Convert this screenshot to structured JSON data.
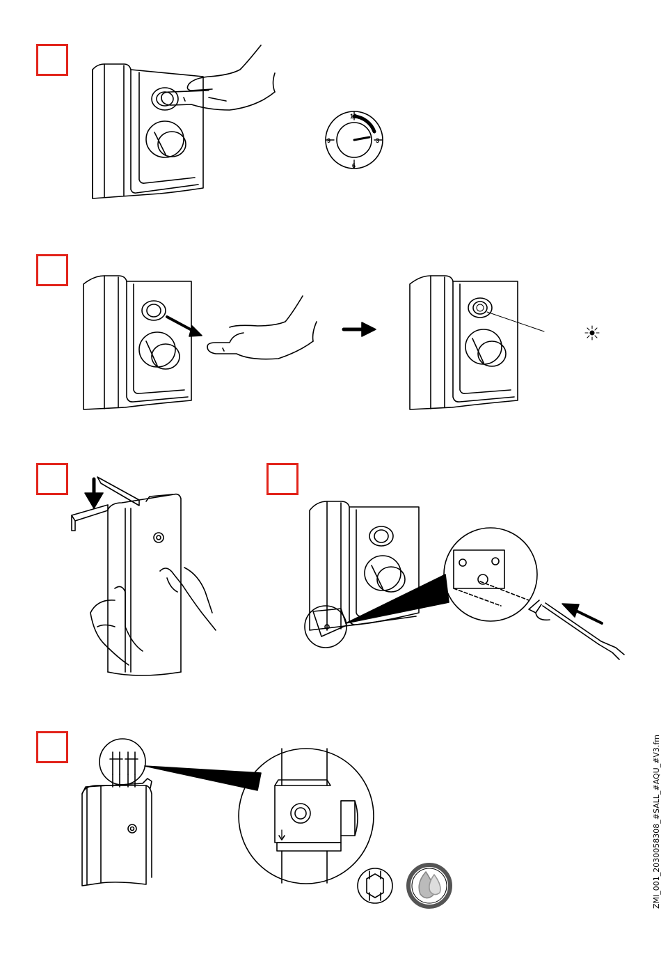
{
  "steps": [
    {
      "id": "step-1"
    },
    {
      "id": "step-2"
    },
    {
      "id": "step-3"
    },
    {
      "id": "step-4"
    },
    {
      "id": "step-5"
    }
  ],
  "clock": {
    "n12": "12",
    "n3": "3",
    "n6": "6",
    "n9": "9"
  },
  "side_label": "ZMI_001_2030058308_#SALL_#AQU_#V3.fm",
  "colors": {
    "step_box_border": "#e2231a",
    "line": "#000000",
    "background": "#ffffff"
  },
  "icons": [
    "hand-press-icon",
    "clock-icon",
    "arrow-right-icon",
    "light-burst-icon",
    "screwdriver-icon",
    "hex-nut-icon",
    "water-drops-icon",
    "down-arrow-icon"
  ]
}
